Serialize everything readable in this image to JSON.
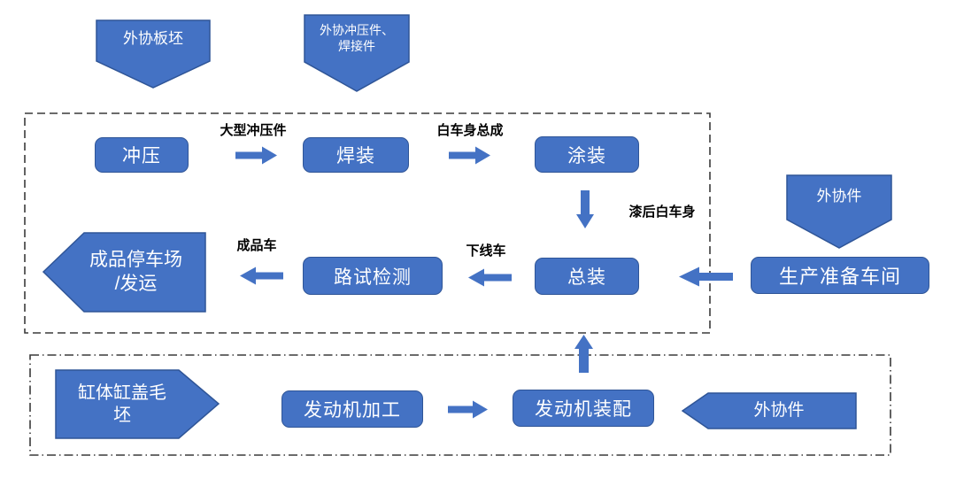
{
  "palette": {
    "shape_fill": "#4472C4",
    "shape_stroke": "#2F5597",
    "shape_text": "#FFFFFF",
    "flow_label_text": "#000000",
    "region_border": "#3A3A3A",
    "background": "#FFFFFF"
  },
  "terminals": {
    "outsourced_slab": "外协板坯",
    "outsourced_stampings_line1": "外协冲压件、",
    "outsourced_stampings_line2": "焊接件",
    "outsourced_parts_top": "外协件",
    "outsourced_parts_bottom": "外协件",
    "finished_parking_line1": "成品停车场",
    "finished_parking_line2": "/发运",
    "cylinder_blank_line1": "缸体缸盖毛",
    "cylinder_blank_line2": "坯"
  },
  "process_nodes": {
    "stamping": "冲压",
    "welding": "焊装",
    "painting": "涂装",
    "final_assembly": "总装",
    "road_test": "路试检测",
    "production_prep": "生产准备车间",
    "engine_machining": "发动机加工",
    "engine_assembly": "发动机装配"
  },
  "flow_labels": {
    "large_stampings": "大型冲压件",
    "body_in_white": "白车身总成",
    "painted_body": "漆后白车身",
    "offline_vehicle": "下线车",
    "finished_vehicle": "成品车"
  }
}
